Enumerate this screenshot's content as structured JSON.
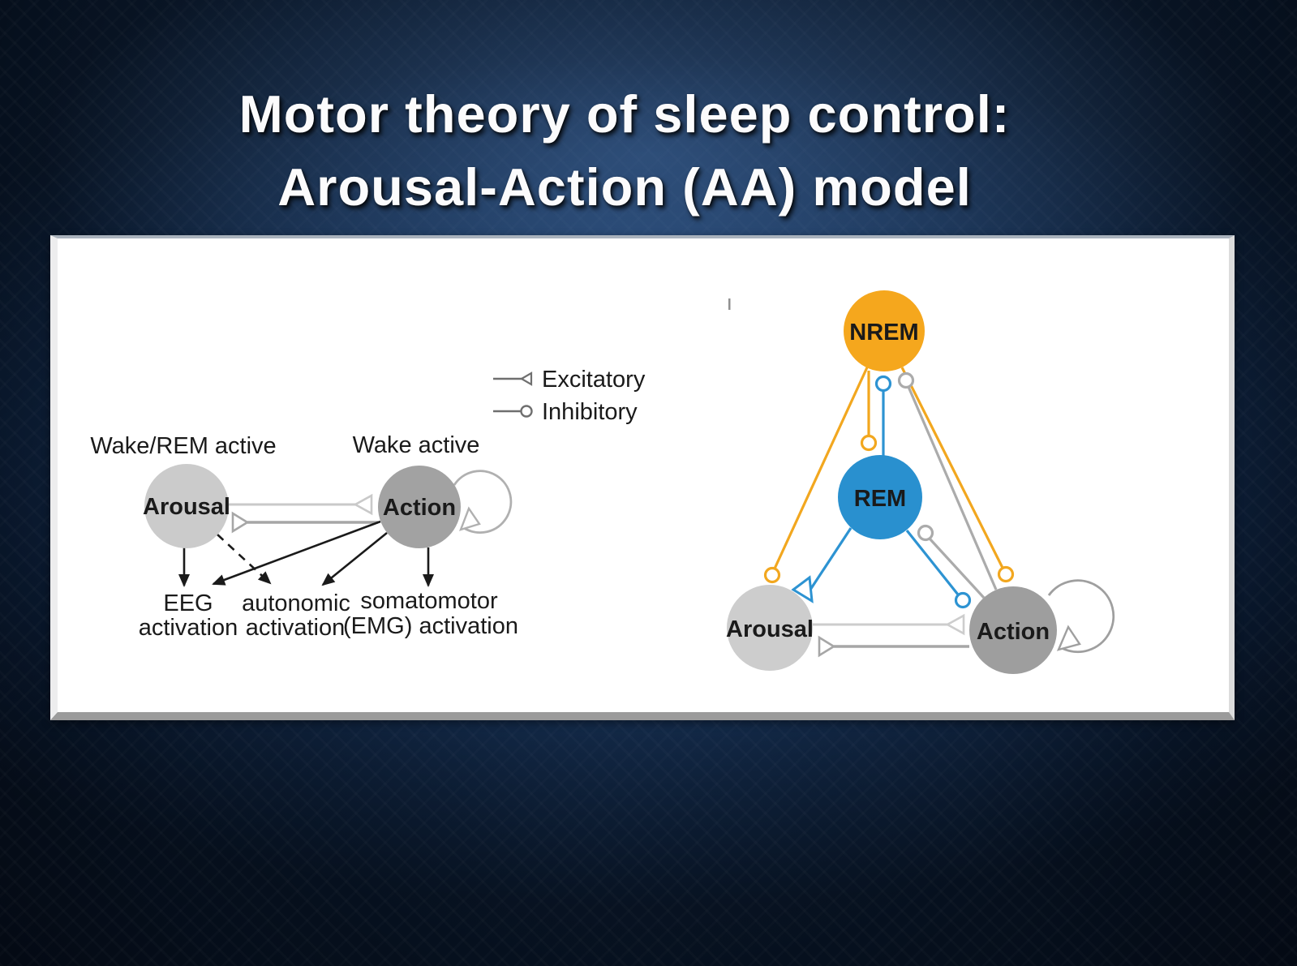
{
  "title": {
    "line1": "Motor theory of sleep control:",
    "line2": "Arousal-Action (AA) model"
  },
  "legend": {
    "excitatory": "Excitatory",
    "inhibitory": "Inhibitory",
    "excitatory_symbol": "open-triangle-terminal",
    "inhibitory_symbol": "open-circle-terminal"
  },
  "left_diagram": {
    "arousal_caption": "Wake/REM active",
    "action_caption": "Wake active",
    "nodes": {
      "arousal": "Arousal",
      "action": "Action"
    },
    "outputs": {
      "eeg": [
        "EEG",
        "activation"
      ],
      "autonomic": [
        "autonomic",
        "activation"
      ],
      "somatomotor": [
        "somatomotor",
        "(EMG) activation"
      ]
    }
  },
  "right_diagram": {
    "nodes": {
      "nrem": "NREM",
      "rem": "REM",
      "arousal": "Arousal",
      "action": "Action"
    }
  },
  "colors": {
    "background_navy": "#132a49",
    "nrem_orange": "#f5a71d",
    "rem_blue": "#2990cf",
    "arousal_gray": "#cccccc",
    "action_gray": "#9e9e9e",
    "edge_orange": "#f2a71f",
    "edge_blue": "#2d93d2",
    "edge_gray": "#ababab",
    "edge_light_gray": "#c9c9c9",
    "arrow_black": "#1a1a1a"
  }
}
